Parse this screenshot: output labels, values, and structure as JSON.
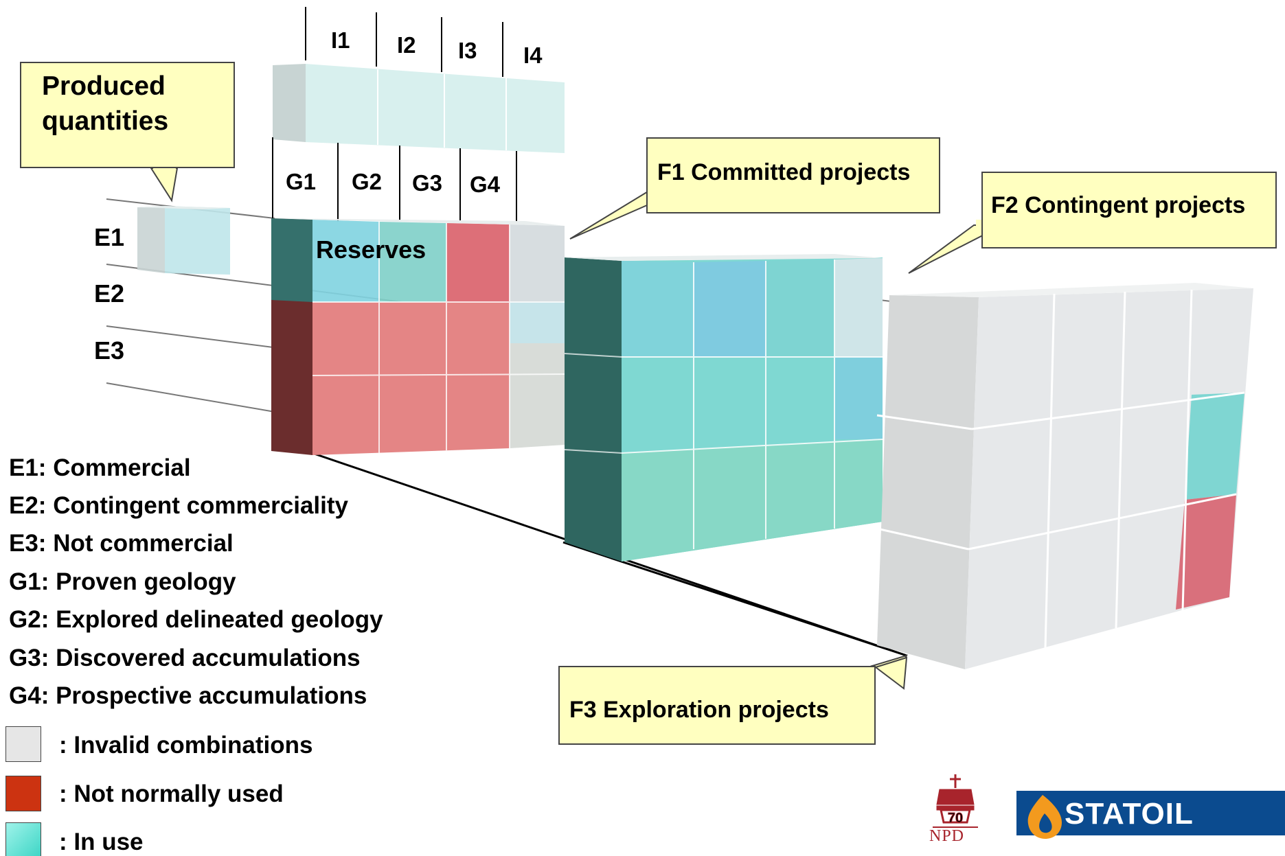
{
  "callouts": {
    "produced_line1": "Produced",
    "produced_line2": "quantities",
    "f1": "F1 Committed projects",
    "f2": "F2 Contingent projects",
    "f3": "F3 Exploration projects"
  },
  "axis_labels": {
    "i": [
      "I1",
      "I2",
      "I3",
      "I4"
    ],
    "g": [
      "G1",
      "G2",
      "G3",
      "G4"
    ],
    "e": [
      "E1",
      "E2",
      "E3"
    ]
  },
  "cube_label": "Reserves",
  "legend": {
    "definitions": [
      "E1:  Commercial",
      "E2:  Contingent commerciality",
      "E3:  Not commercial",
      "G1: Proven geology",
      "G2: Explored delineated geology",
      "G3: Discovered accumulations",
      "G4: Prospective accumulations"
    ],
    "swatches": [
      {
        "label": ": Invalid combinations",
        "color": "#e6e6e6"
      },
      {
        "label": ": Not normally used",
        "color": "#cc3311"
      },
      {
        "label": ": In use",
        "color": "#6fe8d8"
      }
    ]
  },
  "logos": {
    "npd": "NPD",
    "statoil": "STATOIL"
  },
  "colors": {
    "callout_fill": "#ffffc0",
    "teal": "#7ed6d0",
    "red": "#e08080",
    "grey": "#e4e6e8",
    "statoil_blue": "#0b4b8f",
    "statoil_flame": "#f39a1e",
    "npd_red": "#a8242c"
  }
}
